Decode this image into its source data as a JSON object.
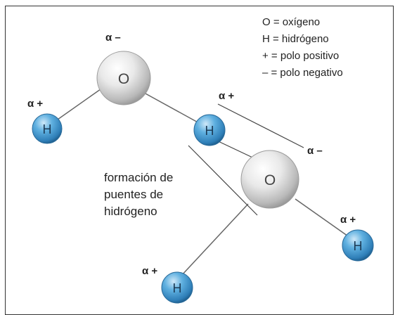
{
  "legend": [
    "O = oxígeno",
    "H = hidrógeno",
    "+ = polo positivo",
    "– = polo negativo"
  ],
  "atoms": {
    "o_top": "O",
    "o_right": "O",
    "h_left": "H",
    "h_middle": "H",
    "h_right": "H",
    "h_bottom": "H"
  },
  "charges": {
    "o_top": "α –",
    "h_middle": "α +",
    "o_right": "α –",
    "h_left": "α +",
    "h_right": "α +",
    "h_bottom": "α +"
  },
  "caption": [
    "formación de",
    "puentes de",
    "hidrógeno"
  ],
  "colors": {
    "hydrogen": "#3e93cf",
    "oxygen": "#e6e6e6",
    "bond": "#555555"
  }
}
